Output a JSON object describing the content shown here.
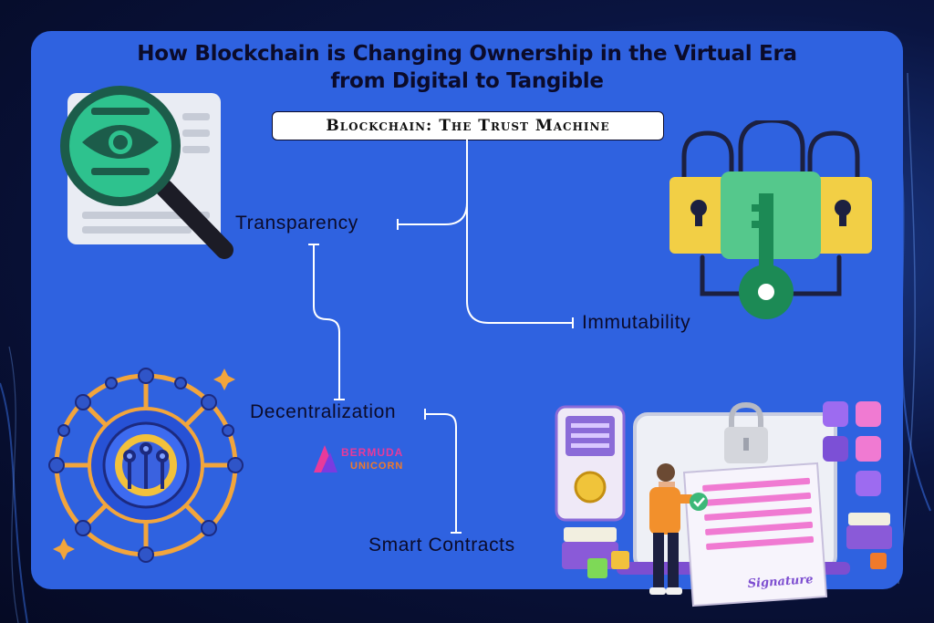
{
  "title": {
    "line1": "How Blockchain is Changing Ownership in the Virtual Era",
    "line2": "from Digital to Tangible"
  },
  "root": {
    "label": "Blockchain: The Trust Machine"
  },
  "nodes": {
    "transparency": "Transparency",
    "immutability": "Immutability",
    "decentralization": "Decentralization",
    "smart_contracts": "Smart Contracts"
  },
  "logo": {
    "line1": "BERMUDA",
    "line2": "UNICORN"
  },
  "signature_text": "Signature",
  "colors": {
    "background": "#2f62e0",
    "connector": "#ffffff",
    "title_text": "#0b0b2a",
    "magnifier": "#2ec28e",
    "lock_yellow": "#f2cf45",
    "coin": "#f0c43a",
    "accent_pink": "#f07ad2"
  },
  "icons": {
    "transparency": "magnifier-eye-icon",
    "immutability": "padlock-key-icon",
    "decentralization": "network-node-icon",
    "smart_contracts": "signed-contract-icon"
  }
}
